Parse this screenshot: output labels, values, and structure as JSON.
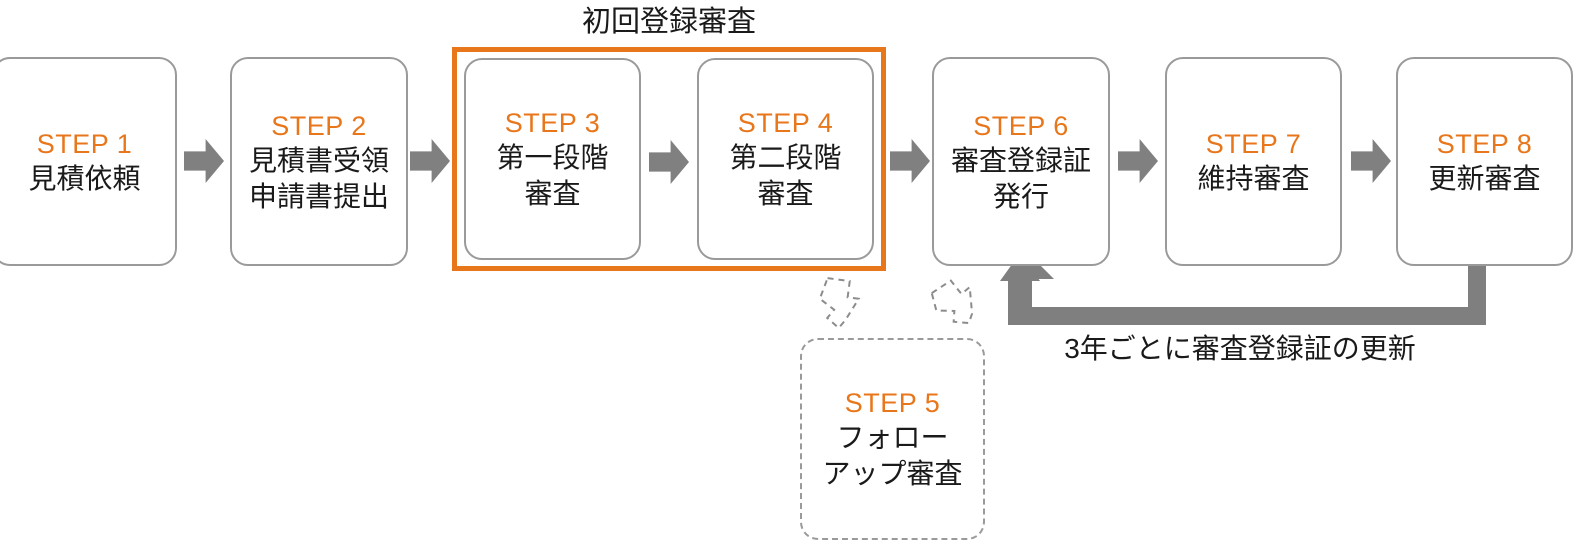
{
  "diagram": {
    "type": "flowchart",
    "title_group": "初回登録審査",
    "loop_caption": "3年ごとに審査登録証の更新",
    "colors": {
      "accent_orange": "#E8761B",
      "arrow_gray": "#808080",
      "box_border_gray": "#9A9A9A",
      "text_black": "#1A1A1A",
      "background": "#FFFFFF"
    },
    "steps": [
      {
        "id": "step1",
        "label": "STEP 1",
        "lines": [
          "見積依頼"
        ]
      },
      {
        "id": "step2",
        "label": "STEP 2",
        "lines": [
          "見積書受領",
          "申請書提出"
        ]
      },
      {
        "id": "step3",
        "label": "STEP 3",
        "lines": [
          "第一段階",
          "審査"
        ]
      },
      {
        "id": "step4",
        "label": "STEP 4",
        "lines": [
          "第二段階",
          "審査"
        ]
      },
      {
        "id": "step5",
        "label": "STEP 5",
        "lines": [
          "フォロー",
          "アップ審査"
        ]
      },
      {
        "id": "step6",
        "label": "STEP 6",
        "lines": [
          "審査登録証",
          "発行"
        ]
      },
      {
        "id": "step7",
        "label": "STEP 7",
        "lines": [
          "維持審査"
        ]
      },
      {
        "id": "step8",
        "label": "STEP 8",
        "lines": [
          "更新審査"
        ]
      }
    ],
    "connectors": [
      {
        "id": "arrow-1-2",
        "from": "step1",
        "to": "step2",
        "kind": "block-arrow-right"
      },
      {
        "id": "arrow-2-3",
        "from": "step2",
        "to": "step3",
        "kind": "block-arrow-right"
      },
      {
        "id": "arrow-3-4",
        "from": "step3",
        "to": "step4",
        "kind": "block-arrow-right"
      },
      {
        "id": "arrow-4-6",
        "from": "step4",
        "to": "step6",
        "kind": "block-arrow-right"
      },
      {
        "id": "arrow-6-7",
        "from": "step6",
        "to": "step7",
        "kind": "block-arrow-right"
      },
      {
        "id": "arrow-7-8",
        "from": "step7",
        "to": "step8",
        "kind": "block-arrow-right"
      },
      {
        "id": "arrow-into-step5",
        "from": "step4",
        "to": "step5",
        "kind": "dashed-outline-arrow"
      },
      {
        "id": "arrow-out-step5",
        "from": "step5",
        "to": "step6",
        "kind": "dashed-outline-arrow"
      },
      {
        "id": "loop-8-6",
        "from": "step8",
        "to": "step6",
        "kind": "elbow-block-arrow-up"
      }
    ]
  }
}
